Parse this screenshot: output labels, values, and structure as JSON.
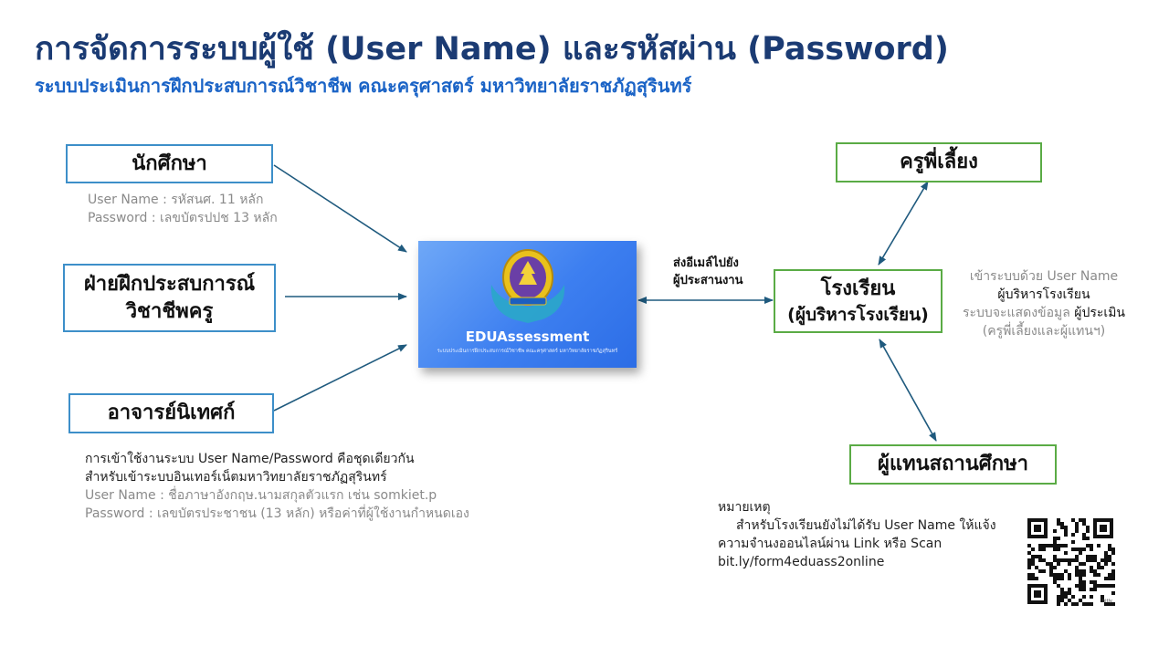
{
  "header": {
    "title": "การจัดการระบบผู้ใช้ (User Name) และรหัสผ่าน (Password)",
    "subtitle": "ระบบประเมินการฝึกประสบการณ์วิชาชีพ คณะครุศาสตร์ มหาวิทยาลัยราชภัฏสุรินทร์"
  },
  "left_boxes": {
    "student": {
      "label": "นักศึกษา"
    },
    "department": {
      "line1": "ฝ่ายฝึกประสบการณ์",
      "line2": "วิชาชีพครู"
    },
    "supervisor": {
      "label": "อาจารย์นิเทศก์"
    }
  },
  "student_note": {
    "line1": "User Name : รหัสนศ. 11 หลัก",
    "line2": "Password  : เลขบัตรปปช 13 หลัก"
  },
  "supervisor_note": {
    "line1": "การเข้าใช้งานระบบ User Name/Password คือชุดเดียวกัน",
    "line2": "สำหรับเข้าระบบอินเทอร์เน็ตมหาวิทยาลัยราชภัฏสุรินทร์",
    "line3": "User Name  : ชื่อภาษาอังกฤษ.นามสกุลตัวแรก เช่น somkiet.p",
    "line4": "Password   : เลขบัตรประชาชน (13 หลัก) หรือค่าที่ผู้ใช้งานกำหนดเอง"
  },
  "center_card": {
    "title": "EDUAssessment",
    "subtitle": "ระบบประเมินการฝึกประสบการณ์วิชาชีพ คณะครุศาสตร์ มหาวิทยาลัยราชภัฏสุรินทร์",
    "logo_icon": "university-seal-icon"
  },
  "email_label": {
    "line1": "ส่งอีเมล์ไปยัง",
    "line2": "ผู้ประสานงาน"
  },
  "right_boxes": {
    "mentor": {
      "label": "ครูพี่เลี้ยง"
    },
    "school": {
      "line1": "โรงเรียน",
      "line2": "(ผู้บริหารโรงเรียน)"
    },
    "representative": {
      "label": "ผู้แทนสถานศึกษา"
    }
  },
  "school_note": {
    "line1": "เข้าระบบด้วย User Name",
    "line2": "ผู้บริหารโรงเรียน",
    "line3_a": "ระบบจะแสดงข้อมูล ",
    "line3_b": "ผู้ประเมิน",
    "line4": "(ครูพี่เลี้ยงและผู้แทนฯ)"
  },
  "remark": {
    "heading": "หมายเหตุ",
    "line1": "สำหรับโรงเรียนยังไม่ได้รับ User Name ให้แจ้ง",
    "line2": "ความจำนงออนไลน์ผ่าน Link หรือ Scan",
    "line3": "bit.ly/form4eduass2online"
  },
  "qr": {
    "icon": "qr-code-icon",
    "caption": "bitly"
  },
  "colors": {
    "title": "#1b3b73",
    "subtitle": "#1a63c6",
    "blue_border": "#3d8fc9",
    "green_border": "#5aab45",
    "arrow": "#1f5a7e",
    "card": "#3d7ff0"
  }
}
